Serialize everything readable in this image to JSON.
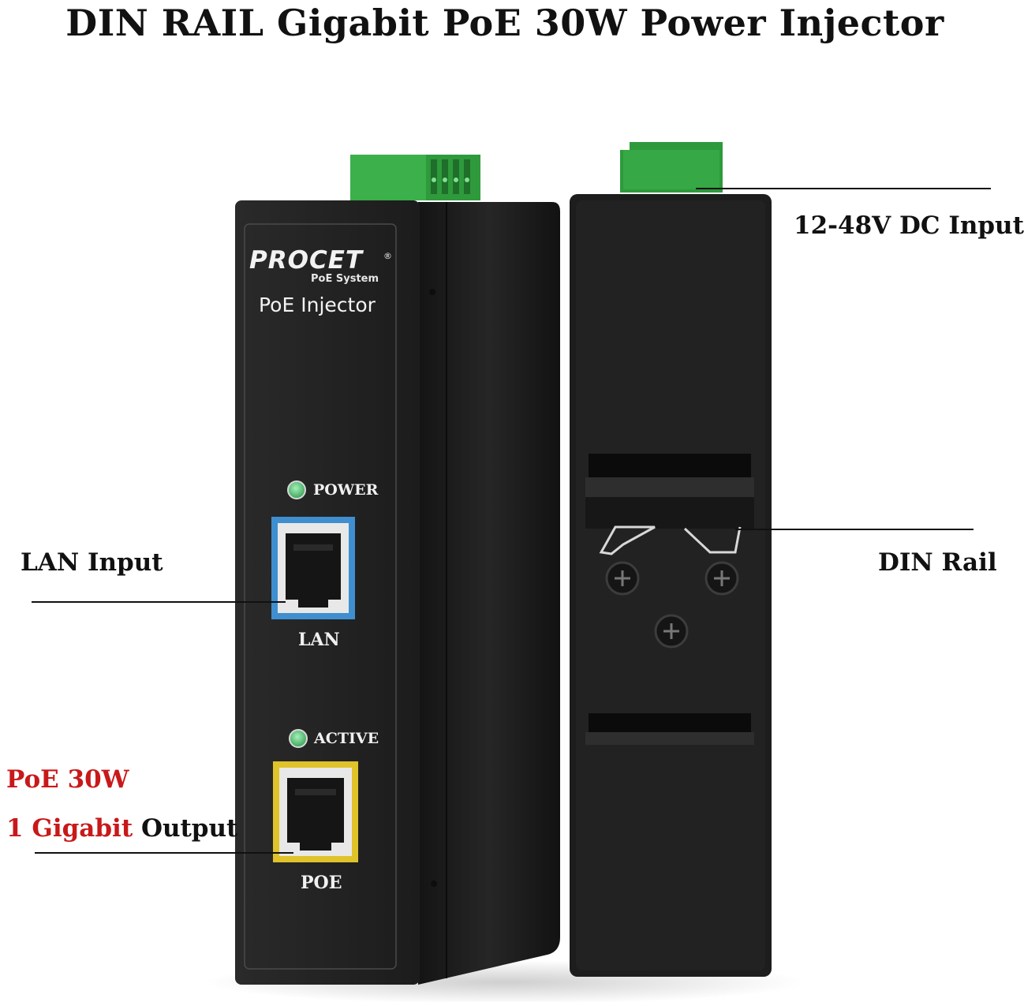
{
  "title": "DIN RAIL Gigabit PoE 30W Power Injector",
  "brand": {
    "name": "PROCET",
    "registered": "®",
    "subtitle": "PoE System",
    "product": "PoE Injector"
  },
  "front_panel": {
    "power_led": "POWER",
    "lan_port": "LAN",
    "active_led": "ACTIVE",
    "poe_port": "POE"
  },
  "callouts": {
    "dc_input": "12-48V DC Input",
    "din_rail": "DIN Rail",
    "lan_input": "LAN Input",
    "poe_power": "PoE 30W",
    "gigabit_red": "1 Gigabit",
    "gigabit_rest": " Output"
  },
  "colors": {
    "accent_red": "#c8191a",
    "led_green": "#5ecf7a",
    "terminal_green": "#2e9a3c",
    "lan_frame": "#3f8fd0",
    "poe_frame": "#e0c22a"
  }
}
